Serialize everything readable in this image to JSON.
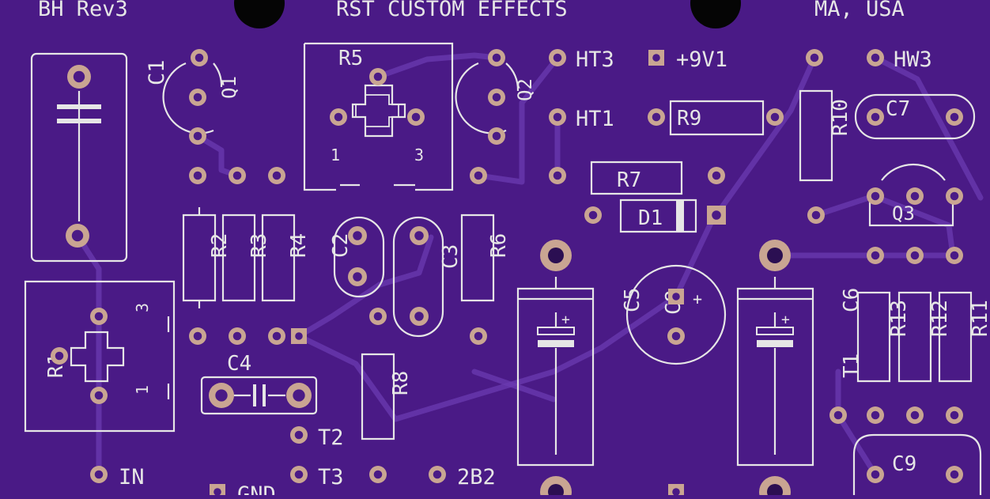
{
  "header": {
    "left": "BH Rev3",
    "center": "RST CUSTOM EFFECTS",
    "right": "MA, USA"
  },
  "components": {
    "C1": "C1",
    "Q1": "Q1",
    "R5": "R5",
    "Q2": "Q2",
    "R2": "R2",
    "R3": "R3",
    "R4": "R4",
    "C2": "C2",
    "C3": "C3",
    "R6": "R6",
    "R1": "R1",
    "C4": "C4",
    "R8": "R8",
    "C5": "C5",
    "C8": "C8",
    "C6": "C6",
    "R9": "R9",
    "R7": "R7",
    "D1": "D1",
    "R10": "R10",
    "C7": "C7",
    "Q3": "Q3",
    "R13": "R13",
    "R12": "R12",
    "R11": "R11",
    "C9": "C9",
    "T1": "T1"
  },
  "pins": {
    "r5_pin1": "1",
    "r5_pin3": "3",
    "r1_pin3": "3",
    "r1_pin1": "1",
    "plus": "+"
  },
  "terminals": {
    "HT3": "HT3",
    "HT1": "HT1",
    "V91": "+9V1",
    "HW3": "HW3",
    "IN": "IN",
    "GND": "GND",
    "T2": "T2",
    "T3": "T3",
    "B22": "2B2"
  }
}
